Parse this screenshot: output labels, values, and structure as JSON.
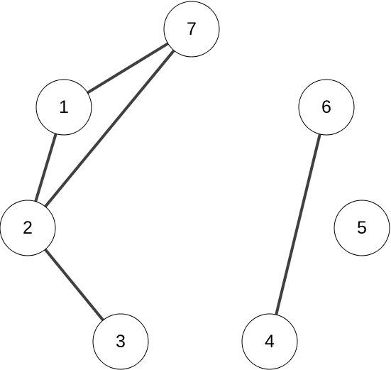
{
  "graph": {
    "nodes": [
      {
        "id": "1",
        "label": "1"
      },
      {
        "id": "2",
        "label": "2"
      },
      {
        "id": "3",
        "label": "3"
      },
      {
        "id": "4",
        "label": "4"
      },
      {
        "id": "5",
        "label": "5"
      },
      {
        "id": "6",
        "label": "6"
      },
      {
        "id": "7",
        "label": "7"
      }
    ],
    "edges": [
      {
        "from": "7",
        "to": "1"
      },
      {
        "from": "7",
        "to": "2"
      },
      {
        "from": "1",
        "to": "2"
      },
      {
        "from": "2",
        "to": "3"
      },
      {
        "from": "6",
        "to": "4"
      }
    ],
    "colors": {
      "edge": "#404040",
      "node_fill": "#ffffff",
      "node_stroke": "#000000",
      "label": "#000000"
    }
  }
}
